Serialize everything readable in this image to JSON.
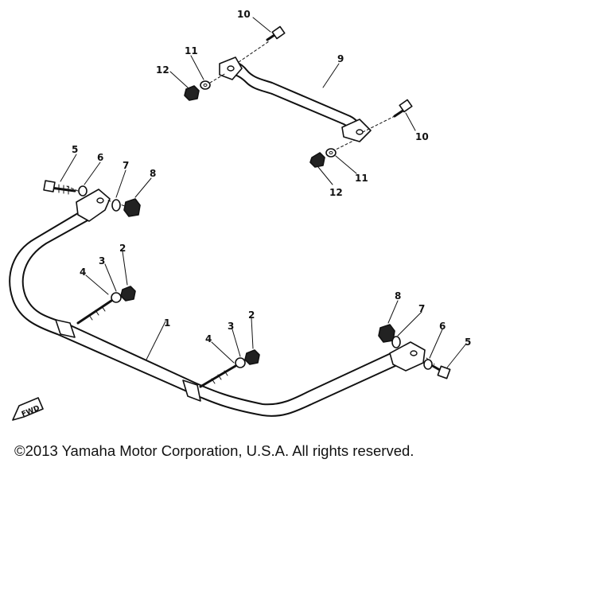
{
  "diagram": {
    "fwd_label": "FWD",
    "callouts": [
      {
        "id": "c10a",
        "label": "10"
      },
      {
        "id": "c11a",
        "label": "11"
      },
      {
        "id": "c12a",
        "label": "12"
      },
      {
        "id": "c9",
        "label": "9"
      },
      {
        "id": "c10b",
        "label": "10"
      },
      {
        "id": "c11b",
        "label": "11"
      },
      {
        "id": "c12b",
        "label": "12"
      },
      {
        "id": "c5a",
        "label": "5"
      },
      {
        "id": "c6a",
        "label": "6"
      },
      {
        "id": "c7a",
        "label": "7"
      },
      {
        "id": "c8a",
        "label": "8"
      },
      {
        "id": "c2a",
        "label": "2"
      },
      {
        "id": "c3a",
        "label": "3"
      },
      {
        "id": "c4a",
        "label": "4"
      },
      {
        "id": "c1",
        "label": "1"
      },
      {
        "id": "c2b",
        "label": "2"
      },
      {
        "id": "c3b",
        "label": "3"
      },
      {
        "id": "c4b",
        "label": "4"
      },
      {
        "id": "c8b",
        "label": "8"
      },
      {
        "id": "c7b",
        "label": "7"
      },
      {
        "id": "c6b",
        "label": "6"
      },
      {
        "id": "c5b",
        "label": "5"
      }
    ]
  },
  "footer": {
    "copyright": "©2013 Yamaha Motor Corporation, U.S.A. All rights reserved."
  }
}
